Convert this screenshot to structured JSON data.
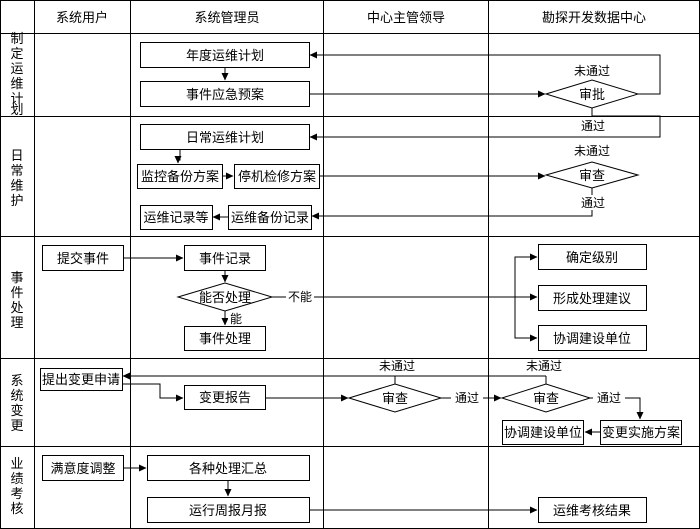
{
  "header": {
    "col_user": "系统用户",
    "col_admin": "系统管理员",
    "col_leader": "中心主管领导",
    "col_center": "勘探开发数据中心"
  },
  "lanes": {
    "plan": [
      "制",
      "定",
      "运",
      "维",
      "计",
      "划"
    ],
    "daily": [
      "日",
      "常",
      "维",
      "护"
    ],
    "event": [
      "事",
      "件",
      "处",
      "理"
    ],
    "change": [
      "系",
      "统",
      "变",
      "更"
    ],
    "perf": [
      "业",
      "绩",
      "考",
      "核"
    ]
  },
  "boxes": {
    "annual_plan": "年度运维计划",
    "emergency_plan": "事件应急预案",
    "daily_plan": "日常运维计划",
    "monitor_backup": "监控备份方案",
    "shutdown_repair": "停机检修方案",
    "ops_records": "运维记录等",
    "ops_backup_records": "运维备份记录",
    "submit_event": "提交事件",
    "event_record": "事件记录",
    "event_handle": "事件处理",
    "determine_level": "确定级别",
    "form_suggestion": "形成处理建议",
    "coordinate_units_event": "协调建设单位",
    "submit_change": "提出变更申请",
    "change_report": "变更报告",
    "coordinate_units_change": "协调建设单位",
    "change_plan": "变更实施方案",
    "satisfaction": "满意度调整",
    "summary": "各种处理汇总",
    "weekly_monthly": "运行周报月报",
    "assessment": "运维考核结果"
  },
  "diamonds": {
    "approve": "审批",
    "review_daily": "审查",
    "can_handle": "能否处理",
    "review_leader": "审查",
    "review_center": "审查"
  },
  "labels": {
    "not_passed_1": "未通过",
    "passed_1": "通过",
    "not_passed_2": "未通过",
    "passed_2": "通过",
    "cannot": "不能",
    "can": "能",
    "not_passed_3": "未通过",
    "passed_3": "通过",
    "not_passed_4": "未通过",
    "passed_4": "通过"
  }
}
